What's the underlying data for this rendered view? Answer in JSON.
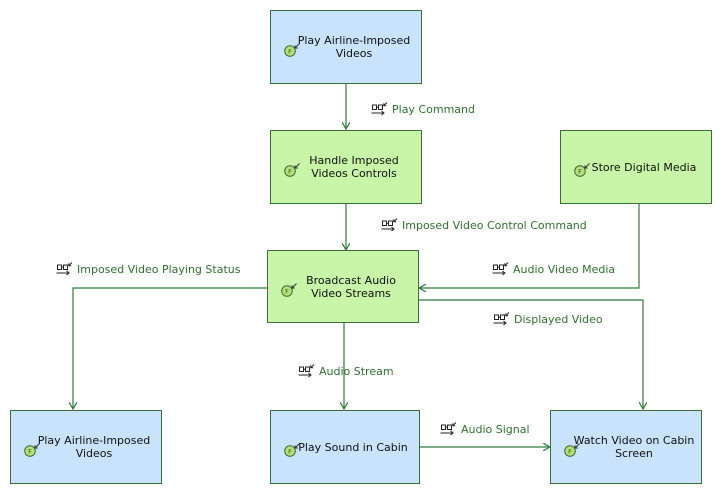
{
  "functions": [
    {
      "id": "play_top",
      "label": "Play Airline-Imposed Videos",
      "kind": "blue",
      "icon": "function-icon"
    },
    {
      "id": "handle_controls",
      "label": "Handle Imposed Videos Controls",
      "kind": "green",
      "icon": "function-icon"
    },
    {
      "id": "store_media",
      "label": "Store Digital Media",
      "kind": "green",
      "icon": "function-icon"
    },
    {
      "id": "broadcast",
      "label": "Broadcast Audio Video Streams",
      "kind": "green",
      "icon": "function-icon"
    },
    {
      "id": "play_bottom",
      "label": "Play Airline-Imposed Videos",
      "kind": "blue",
      "icon": "function-icon"
    },
    {
      "id": "play_sound",
      "label": "Play Sound in Cabin",
      "kind": "blue",
      "icon": "function-icon"
    },
    {
      "id": "watch_video",
      "label": "Watch Video on Cabin Screen",
      "kind": "blue",
      "icon": "function-icon"
    }
  ],
  "exchanges": [
    {
      "id": "play_command",
      "label": "Play Command",
      "from": "play_top",
      "to": "handle_controls",
      "icon": "functional-exchange-icon"
    },
    {
      "id": "control_command",
      "label": "Imposed Video Control Command",
      "from": "handle_controls",
      "to": "broadcast",
      "icon": "functional-exchange-icon"
    },
    {
      "id": "playing_status",
      "label": "Imposed Video Playing Status",
      "from": "broadcast",
      "to": "play_bottom",
      "icon": "functional-exchange-icon"
    },
    {
      "id": "av_media",
      "label": "Audio Video Media",
      "from": "store_media",
      "to": "broadcast",
      "icon": "functional-exchange-icon"
    },
    {
      "id": "displayed_video",
      "label": "Displayed Video",
      "from": "broadcast",
      "to": "watch_video",
      "icon": "functional-exchange-icon"
    },
    {
      "id": "audio_stream",
      "label": "Audio Stream",
      "from": "broadcast",
      "to": "play_sound",
      "icon": "functional-exchange-icon"
    },
    {
      "id": "audio_signal",
      "label": "Audio Signal",
      "from": "play_sound",
      "to": "watch_video",
      "icon": "functional-exchange-icon"
    }
  ],
  "colors": {
    "blue_fill": "#c8e3fb",
    "green_fill": "#c8f5a8",
    "border": "#3a6e3a",
    "edge": "#2f7a3a",
    "edge_label": "#2f6f2f"
  }
}
